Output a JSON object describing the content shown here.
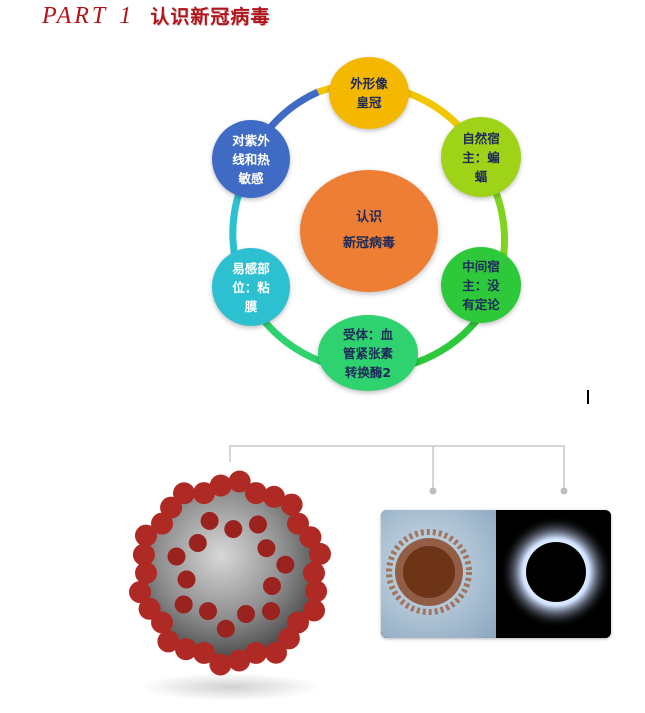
{
  "header": {
    "part_label": "PART",
    "part_number": "1",
    "title": "认识新冠病毒"
  },
  "cycle": {
    "center": "认识\n新冠病毒",
    "nodes": [
      {
        "id": "appearance",
        "label": "外形像\n皇冠",
        "color": "#f5b800",
        "text_color": "#1e2a5a"
      },
      {
        "id": "natural-host",
        "label": "自然宿\n主：蝙\n蝠",
        "color": "#9ed317",
        "text_color": "#1e2a5a"
      },
      {
        "id": "intermediate-host",
        "label": "中间宿\n主：没\n有定论",
        "color": "#2ec93a",
        "text_color": "#1e2a5a"
      },
      {
        "id": "receptor",
        "label": "受体：血\n管紧张素\n转换酶2",
        "color": "#2ed36f",
        "text_color": "#1e2a5a"
      },
      {
        "id": "susceptible-site",
        "label": "易感部\n位：粘\n膜",
        "color": "#2cc0d0",
        "text_color": "#ffffff"
      },
      {
        "id": "uv-sensitive",
        "label": "对紫外\n线和热\n敏感",
        "color": "#3f6bc4",
        "text_color": "#ffffff"
      }
    ],
    "colors": {
      "center": "#ee7e33"
    }
  },
  "images": {
    "virus": "coronavirus-illustration",
    "micrograph": "coronavirus-micrograph",
    "eclipse": "solar-eclipse-corona"
  }
}
